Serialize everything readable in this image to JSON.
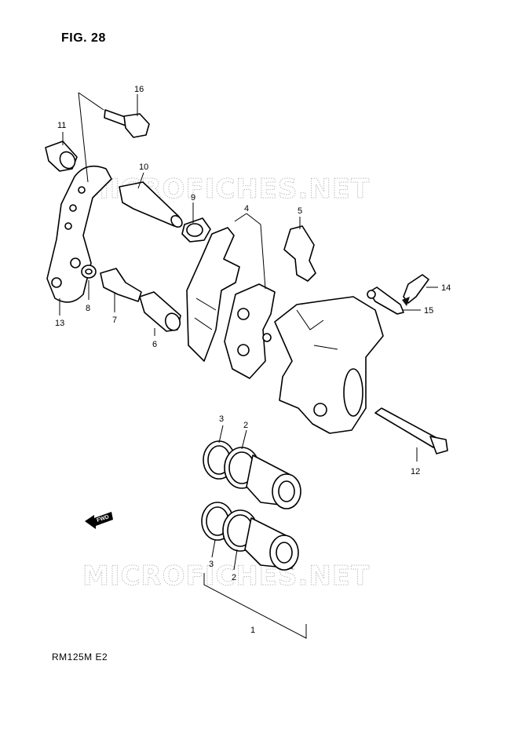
{
  "title": "FIG. 28",
  "model_code": "RM125M  E2",
  "watermark": "MICROFICHES.NET",
  "fwd_label": "FWD",
  "callouts": {
    "c1": "1",
    "c2a": "2",
    "c2b": "2",
    "c3a": "3",
    "c3b": "3",
    "c4": "4",
    "c5": "5",
    "c6": "6",
    "c7": "7",
    "c8": "8",
    "c9": "9",
    "c10": "10",
    "c11": "11",
    "c12": "12",
    "c13": "13",
    "c14": "14",
    "c15": "15",
    "c16": "16"
  }
}
